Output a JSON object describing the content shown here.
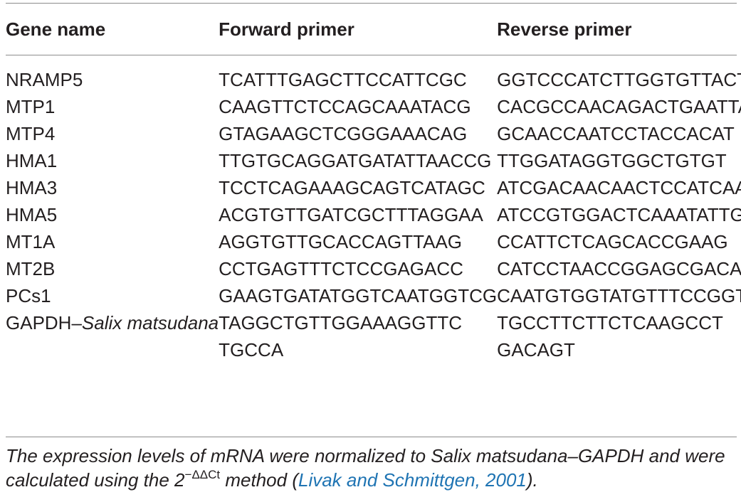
{
  "table": {
    "headers": [
      "Gene name",
      "Forward primer",
      "Reverse primer"
    ],
    "rows": [
      {
        "gene": "NRAMP5",
        "forward": "TCATTTGAGCTTCCATTCGC",
        "reverse": "GGTCCCATCTTGGTGTTACT"
      },
      {
        "gene": "MTP1",
        "forward": "CAAGTTCTCCAGCAAATACG",
        "reverse": "CACGCCAACAGACTGAATTA"
      },
      {
        "gene": "MTP4",
        "forward": "GTAGAAGCTCGGGAAACAG",
        "reverse": "GCAACCAATCCTACCACAT"
      },
      {
        "gene": "HMA1",
        "forward": "TTGTGCAGGATGATATTAACCG",
        "reverse": "TTGGATAGGTGGCTGTGT"
      },
      {
        "gene": "HMA3",
        "forward": "TCCTCAGAAAGCAGTCATAGC",
        "reverse": "ATCGACAACAACTCCATCAAT"
      },
      {
        "gene": "HMA5",
        "forward": "ACGTGTTGATCGCTTTAGGAA",
        "reverse": "ATCCGTGGACTCAAATATTGG"
      },
      {
        "gene": "MT1A",
        "forward": "AGGTGTTGCACCAGTTAAG",
        "reverse": "CCATTCTCAGCACCGAAG"
      },
      {
        "gene": "MT2B",
        "forward": "CCTGAGTTTCTCCGAGACC",
        "reverse": "CATCCTAACCGGAGCGACA"
      },
      {
        "gene": "PCs1",
        "forward": "GAAGTGATATGGTCAATGGTCG",
        "reverse": "CAATGTGGTATGTTTCCGGT"
      }
    ],
    "last_row": {
      "gene_prefix": "GAPDH–",
      "gene_italic": "Salix matsudana",
      "forward_line1": "TAGGCTGTTGGAAAGGTTC",
      "forward_line2": "TGCCA",
      "reverse_line1": "TGCCTTCTTCTCAAGCCT",
      "reverse_line2": "GACAGT"
    }
  },
  "footnote": {
    "text_before": "The expression levels of mRNA were normalized to Salix matsudana–GAPDH and were calculated using the 2",
    "superscript": "−ΔΔCt",
    "text_middle": " method (",
    "citation": "Livak and Schmittgen, 2001",
    "text_after": ")."
  }
}
